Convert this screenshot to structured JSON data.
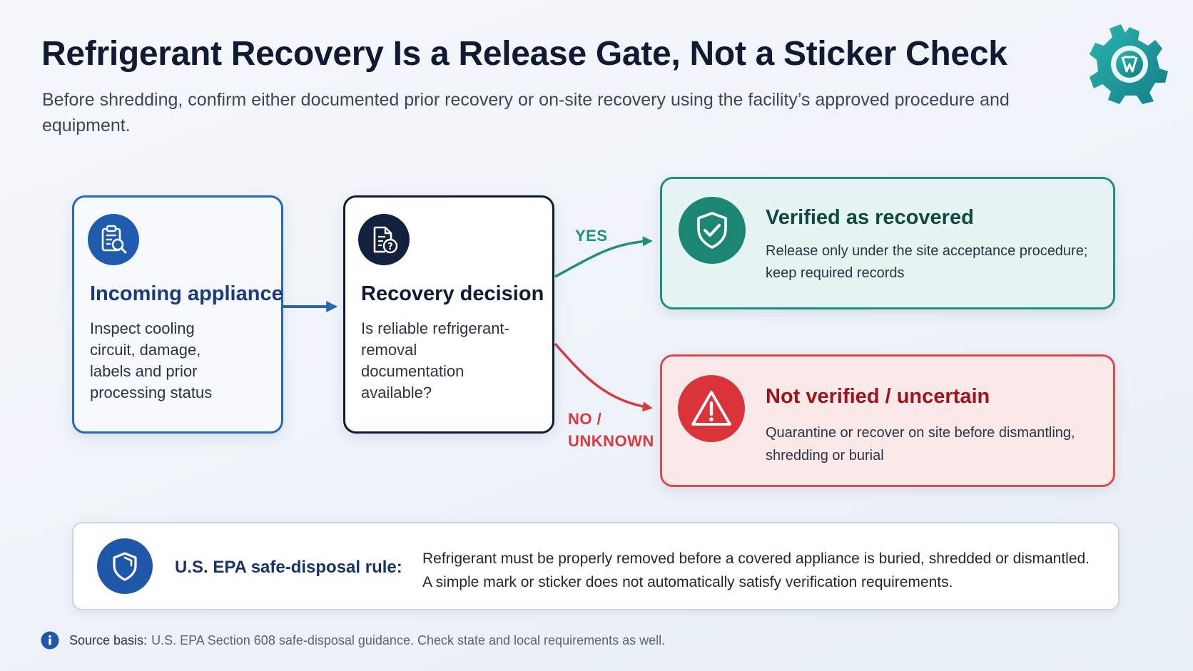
{
  "header": {
    "title": "Refrigerant Recovery Is a Release Gate, Not a Sticker Check",
    "subtitle": "Before shredding, confirm either documented prior recovery or on-site recovery using the facility’s approved procedure and equipment."
  },
  "flow": {
    "incoming": {
      "title": "Incoming appliance",
      "body": "Inspect cooling circuit, damage, labels and prior processing status",
      "icon": "clipboard-search-icon"
    },
    "decision": {
      "title": "Recovery decision",
      "body": "Is reliable refrigerant-removal documentation available?",
      "icon": "document-question-icon"
    },
    "yes_label": "YES",
    "no_label_line1": "NO /",
    "no_label_line2": "UNKNOWN",
    "verified": {
      "title": "Verified as recovered",
      "body": "Release only under the site acceptance procedure; keep required records",
      "icon": "shield-check-icon"
    },
    "not_verified": {
      "title": "Not verified / uncertain",
      "body": "Quarantine or recover on site before dismantling, shredding or burial",
      "icon": "warning-icon"
    }
  },
  "epa_rule": {
    "label": "U.S. EPA safe-disposal rule:",
    "line1": "Refrigerant must be properly removed before a covered appliance is buried, shredded or dismantled.",
    "line2": "A simple mark or sticker does not automatically satisfy verification requirements.",
    "icon": "shield-icon"
  },
  "footer": {
    "source_label": "Source basis:",
    "source_text": "U.S. EPA Section 608 safe-disposal guidance. Check state and local requirements as well.",
    "icon": "info-icon"
  },
  "colors": {
    "blue": "#2a65b6",
    "navy": "#0e1a36",
    "teal": "#1e907b",
    "red": "#dc4b4f",
    "epa_navy": "#18336b"
  }
}
